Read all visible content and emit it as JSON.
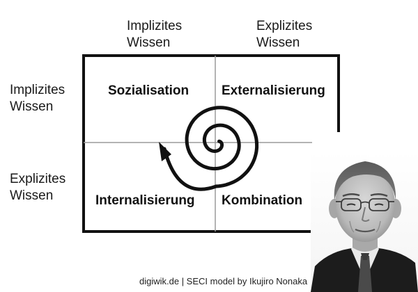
{
  "columns": {
    "implicit": [
      "Implizites",
      "Wissen"
    ],
    "explicit": [
      "Explizites",
      "Wissen"
    ]
  },
  "rows": {
    "implicit": [
      "Implizites",
      "Wissen"
    ],
    "explicit": [
      "Explizites",
      "Wissen"
    ]
  },
  "quadrants": {
    "top_left": "Sozialisation",
    "top_right": "Externalisierung",
    "bottom_left": "Internalisierung",
    "bottom_right": "Kombination"
  },
  "footer": "digiwik.de | SECI model by Ikujiro Nonaka",
  "colors": {
    "ink": "#111111",
    "grid": "#9a9a9a",
    "background": "#ffffff"
  }
}
